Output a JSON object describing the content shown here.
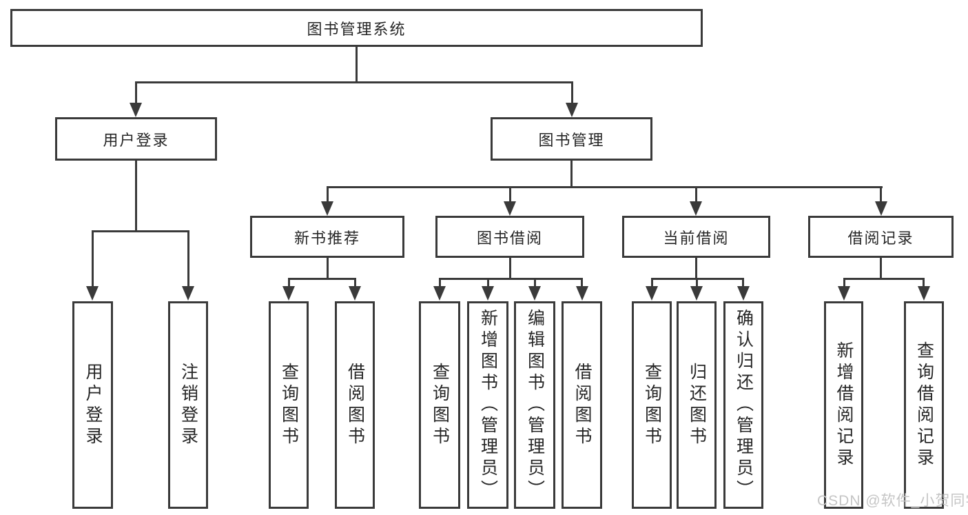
{
  "nodes": {
    "root": "图书管理系统",
    "l2": [
      "用户登录",
      "图书管理"
    ],
    "l3": [
      "新书推荐",
      "图书借阅",
      "当前借阅",
      "借阅记录"
    ],
    "leaves": {
      "login": [
        "用户登录",
        "注销登录"
      ],
      "recommend": [
        "查询图书",
        "借阅图书"
      ],
      "borrow": [
        "查询图书",
        "新增图书（管理员）",
        "编辑图书（管理员）",
        "借阅图书"
      ],
      "current": [
        "查询图书",
        "归还图书",
        "确认归还（管理员）"
      ],
      "records": [
        "新增借阅记录",
        "查询借阅记录"
      ]
    }
  },
  "watermark": "CSDN @软件_小贺同学",
  "colors": {
    "line": "#3a3a3a",
    "text": "#262626",
    "watermark": "#c5c5c5",
    "background": "#ffffff"
  }
}
